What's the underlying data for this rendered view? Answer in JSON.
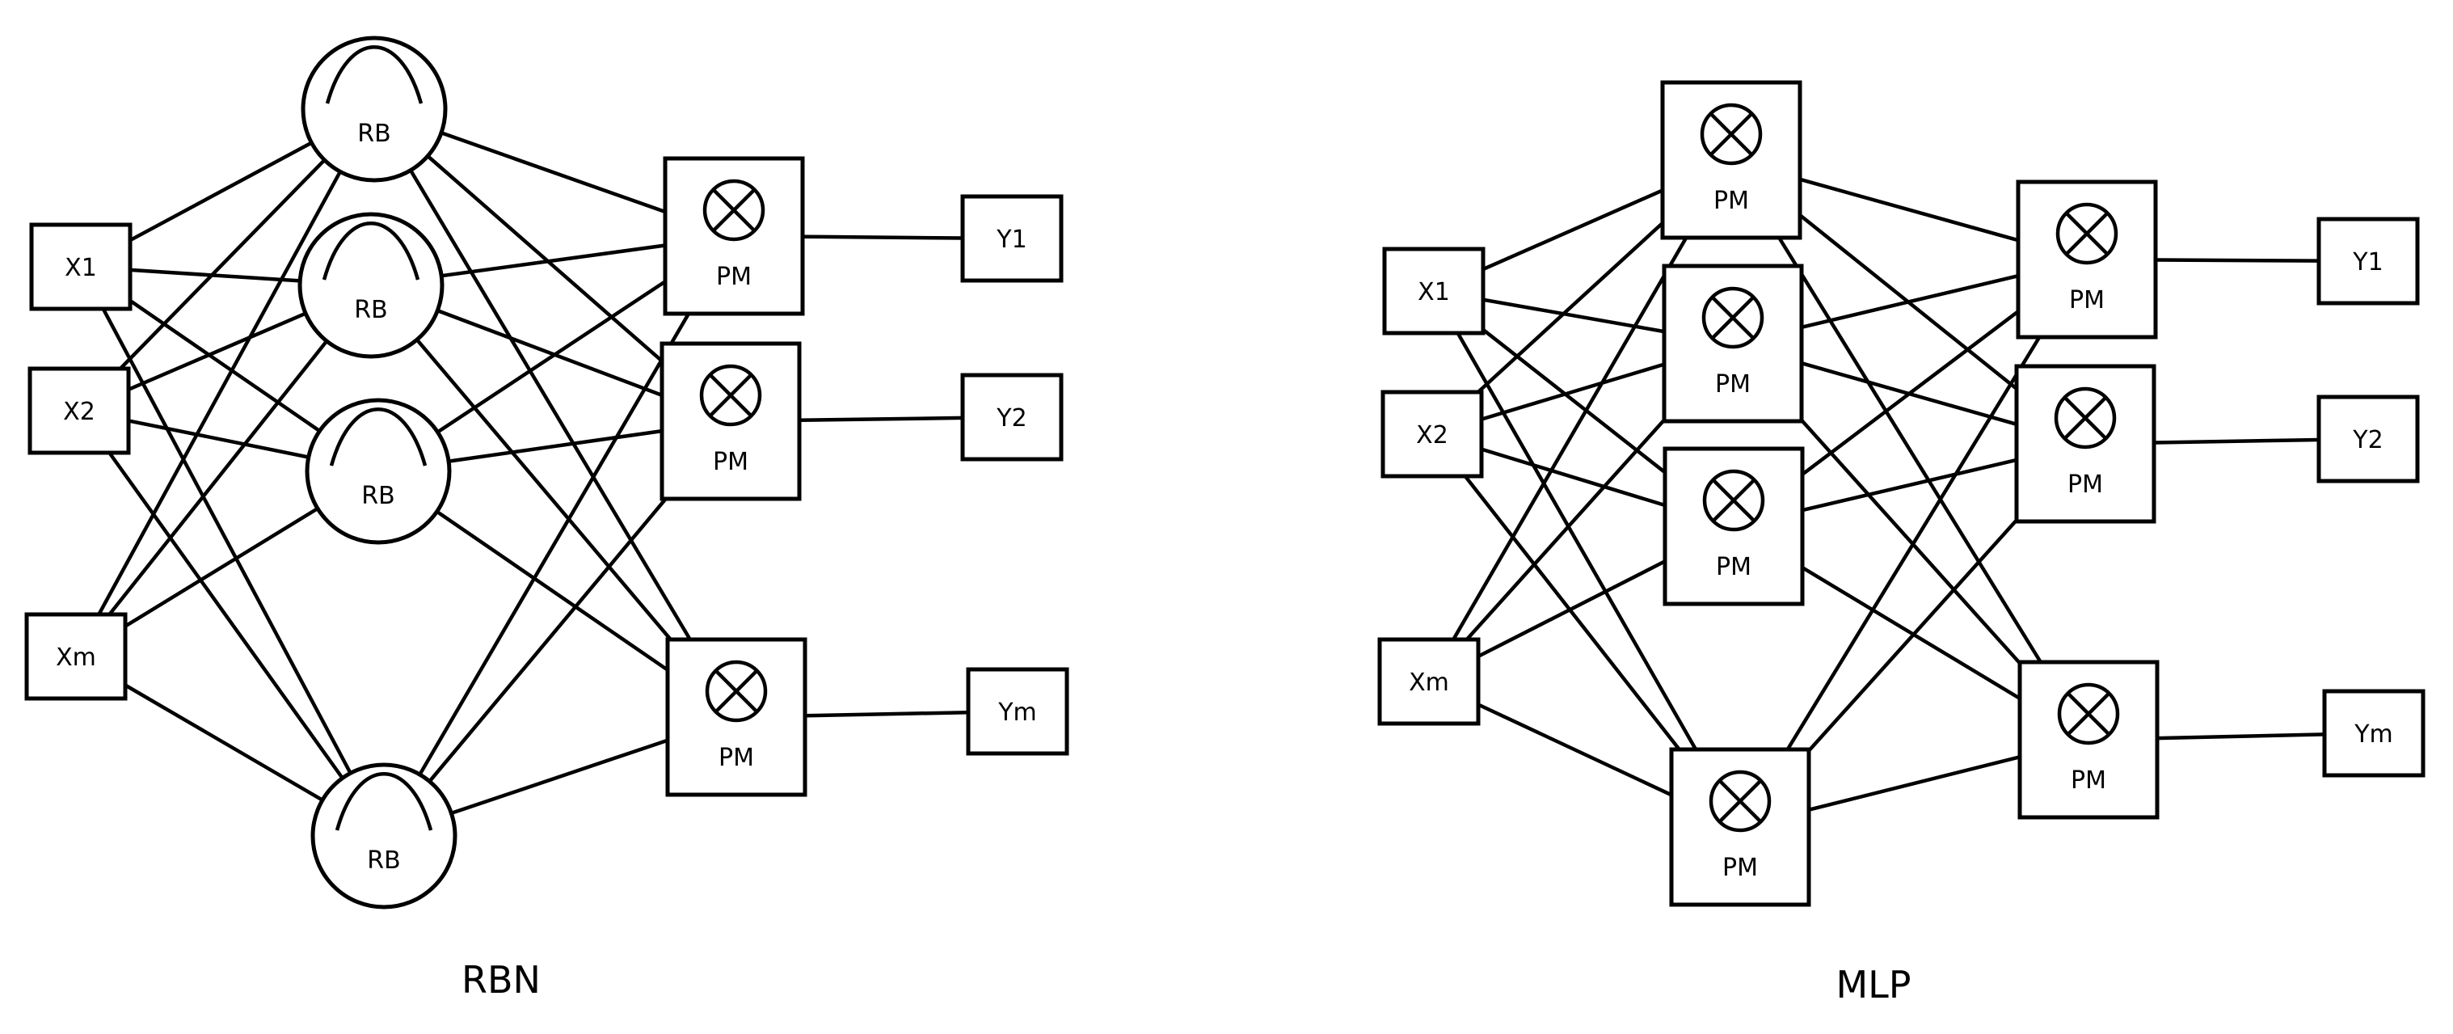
{
  "diagrams": [
    {
      "id": "rbn",
      "caption": "RBN",
      "nodes": [
        {
          "id": "x1",
          "kind": "input",
          "label": "X1"
        },
        {
          "id": "x2",
          "kind": "input",
          "label": "X2"
        },
        {
          "id": "xm",
          "kind": "input",
          "label": "Xm"
        },
        {
          "id": "rb1",
          "kind": "radial-basis",
          "label": "RB"
        },
        {
          "id": "rb2",
          "kind": "radial-basis",
          "label": "RB"
        },
        {
          "id": "rb3",
          "kind": "radial-basis",
          "label": "RB"
        },
        {
          "id": "rb4",
          "kind": "radial-basis",
          "label": "RB"
        },
        {
          "id": "pm1",
          "kind": "product",
          "label": "PM"
        },
        {
          "id": "pm2",
          "kind": "product",
          "label": "PM"
        },
        {
          "id": "pm3",
          "kind": "product",
          "label": "PM"
        },
        {
          "id": "y1",
          "kind": "output",
          "label": "Y1"
        },
        {
          "id": "y2",
          "kind": "output",
          "label": "Y2"
        },
        {
          "id": "ym",
          "kind": "output",
          "label": "Ym"
        }
      ],
      "edges": [
        [
          "x1",
          "rb1"
        ],
        [
          "x1",
          "rb2"
        ],
        [
          "x1",
          "rb3"
        ],
        [
          "x1",
          "rb4"
        ],
        [
          "x2",
          "rb1"
        ],
        [
          "x2",
          "rb2"
        ],
        [
          "x2",
          "rb3"
        ],
        [
          "x2",
          "rb4"
        ],
        [
          "xm",
          "rb1"
        ],
        [
          "xm",
          "rb2"
        ],
        [
          "xm",
          "rb3"
        ],
        [
          "xm",
          "rb4"
        ],
        [
          "rb1",
          "pm1"
        ],
        [
          "rb1",
          "pm2"
        ],
        [
          "rb1",
          "pm3"
        ],
        [
          "rb2",
          "pm1"
        ],
        [
          "rb2",
          "pm2"
        ],
        [
          "rb2",
          "pm3"
        ],
        [
          "rb3",
          "pm1"
        ],
        [
          "rb3",
          "pm2"
        ],
        [
          "rb3",
          "pm3"
        ],
        [
          "rb4",
          "pm1"
        ],
        [
          "rb4",
          "pm2"
        ],
        [
          "rb4",
          "pm3"
        ],
        [
          "pm1",
          "y1"
        ],
        [
          "pm2",
          "y2"
        ],
        [
          "pm3",
          "ym"
        ]
      ]
    },
    {
      "id": "mlp",
      "caption": "MLP",
      "nodes": [
        {
          "id": "x1",
          "kind": "input",
          "label": "X1"
        },
        {
          "id": "x2",
          "kind": "input",
          "label": "X2"
        },
        {
          "id": "xm",
          "kind": "input",
          "label": "Xm"
        },
        {
          "id": "h1",
          "kind": "product",
          "label": "PM"
        },
        {
          "id": "h2",
          "kind": "product",
          "label": "PM"
        },
        {
          "id": "h3",
          "kind": "product",
          "label": "PM"
        },
        {
          "id": "h4",
          "kind": "product",
          "label": "PM"
        },
        {
          "id": "o1",
          "kind": "product",
          "label": "PM"
        },
        {
          "id": "o2",
          "kind": "product",
          "label": "PM"
        },
        {
          "id": "o3",
          "kind": "product",
          "label": "PM"
        },
        {
          "id": "y1",
          "kind": "output",
          "label": "Y1"
        },
        {
          "id": "y2",
          "kind": "output",
          "label": "Y2"
        },
        {
          "id": "ym",
          "kind": "output",
          "label": "Ym"
        }
      ],
      "edges": [
        [
          "x1",
          "h1"
        ],
        [
          "x1",
          "h2"
        ],
        [
          "x1",
          "h3"
        ],
        [
          "x1",
          "h4"
        ],
        [
          "x2",
          "h1"
        ],
        [
          "x2",
          "h2"
        ],
        [
          "x2",
          "h3"
        ],
        [
          "x2",
          "h4"
        ],
        [
          "xm",
          "h1"
        ],
        [
          "xm",
          "h2"
        ],
        [
          "xm",
          "h3"
        ],
        [
          "xm",
          "h4"
        ],
        [
          "h1",
          "o1"
        ],
        [
          "h1",
          "o2"
        ],
        [
          "h1",
          "o3"
        ],
        [
          "h2",
          "o1"
        ],
        [
          "h2",
          "o2"
        ],
        [
          "h2",
          "o3"
        ],
        [
          "h3",
          "o1"
        ],
        [
          "h3",
          "o2"
        ],
        [
          "h3",
          "o3"
        ],
        [
          "h4",
          "o1"
        ],
        [
          "h4",
          "o2"
        ],
        [
          "h4",
          "o3"
        ],
        [
          "o1",
          "y1"
        ],
        [
          "o2",
          "y2"
        ],
        [
          "o3",
          "ym"
        ]
      ]
    }
  ]
}
